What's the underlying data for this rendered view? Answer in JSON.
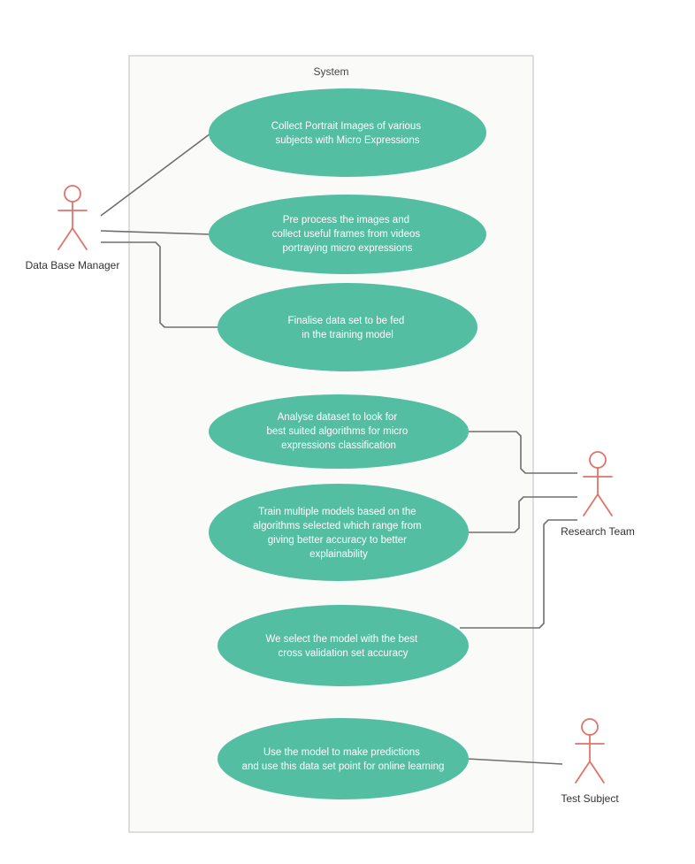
{
  "colors": {
    "usecase_fill": "#54bea3",
    "actor_stroke": "#e0736b",
    "connector": "#6f6f6f",
    "system_border": "#c9c9c9"
  },
  "system": {
    "title": "System"
  },
  "actors": [
    {
      "id": "dbm",
      "label": "Data Base Manager",
      "icon": "stick-figure-actor"
    },
    {
      "id": "rt",
      "label": "Research Team",
      "icon": "stick-figure-actor"
    },
    {
      "id": "ts",
      "label": "Test Subject",
      "icon": "stick-figure-actor"
    }
  ],
  "use_cases": [
    {
      "id": "uc1",
      "lines": [
        "Collect Portrait Images of various",
        "subjects with Micro Expressions"
      ]
    },
    {
      "id": "uc2",
      "lines": [
        "Pre process the images and",
        "collect useful frames from videos",
        "portraying micro expressions"
      ]
    },
    {
      "id": "uc3",
      "lines": [
        "Finalise data set to be fed",
        "in the training model"
      ]
    },
    {
      "id": "uc4",
      "lines": [
        "Analyse dataset to look for",
        "best suited algorithms for micro",
        "expressions classification"
      ]
    },
    {
      "id": "uc5",
      "lines": [
        "Train multiple models based on the",
        "algorithms selected which range from",
        "giving better accuracy to better",
        "explainability"
      ]
    },
    {
      "id": "uc6",
      "lines": [
        "We select the  model with the best",
        "cross validation set accuracy"
      ]
    },
    {
      "id": "uc7",
      "lines": [
        "Use the model to make predictions",
        "and use this data set point for online learning"
      ]
    }
  ]
}
